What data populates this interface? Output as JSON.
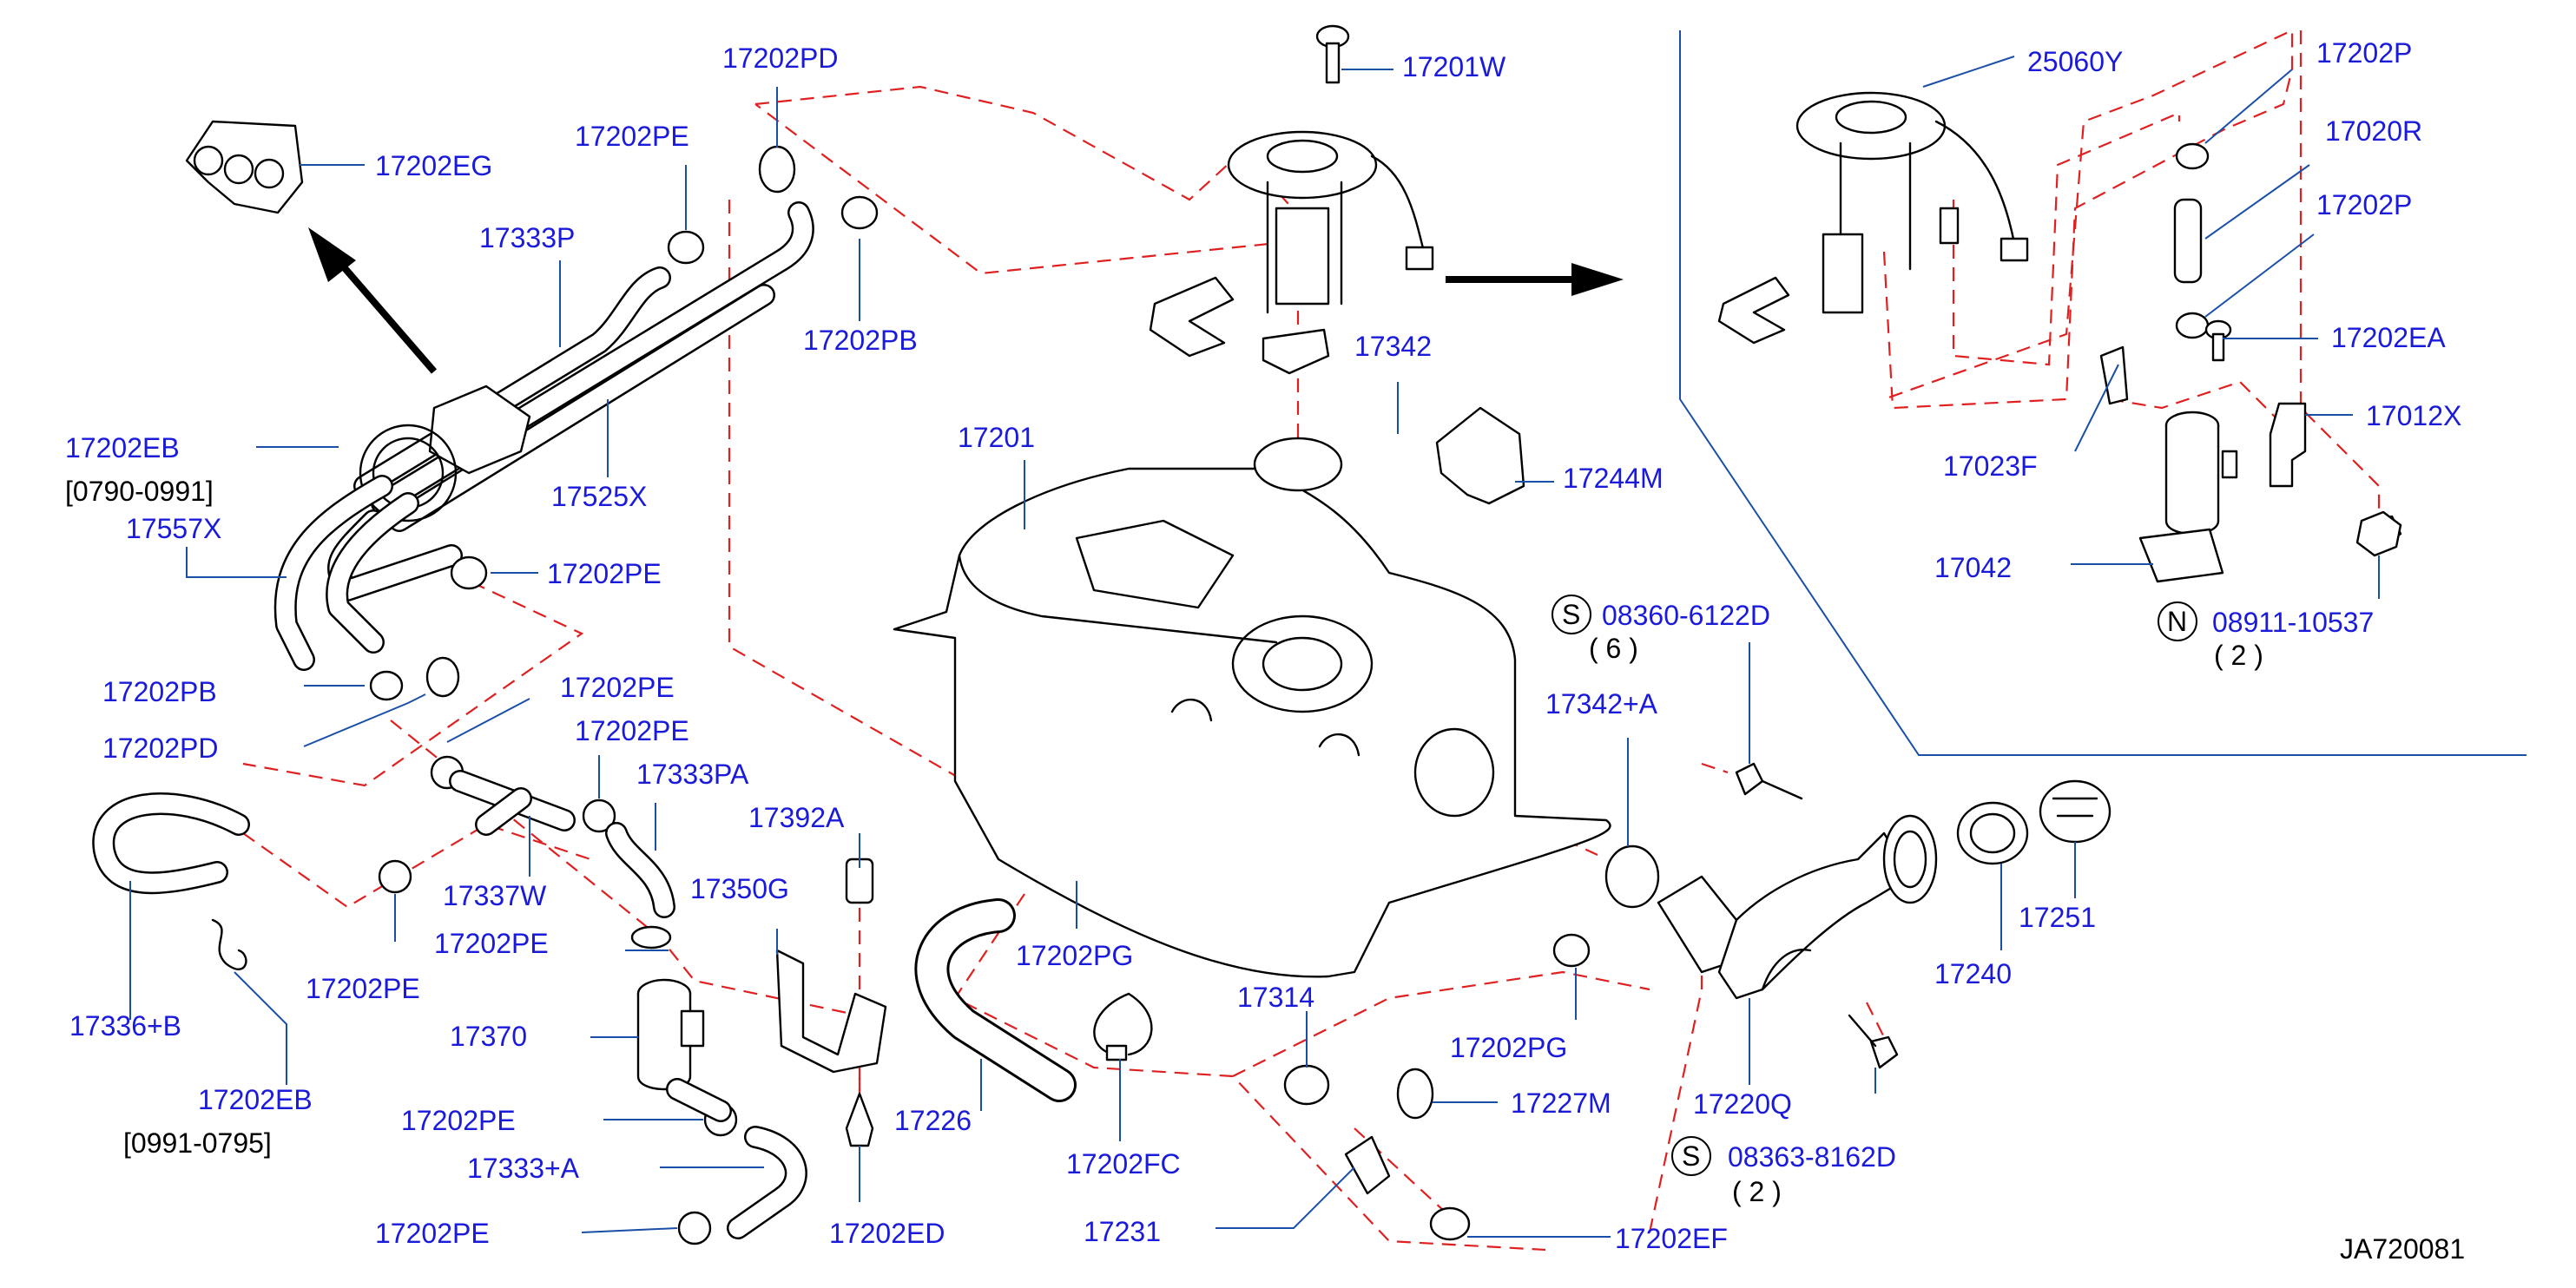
{
  "diagram_id": "JA720081",
  "labels": {
    "p17202EG": "17202EG",
    "p17202PD_top": "17202PD",
    "p17202PE_a": "17202PE",
    "p17333P": "17333P",
    "p17202PB_top": "17202PB",
    "p17201W": "17201W",
    "p17202EB_a": "17202EB",
    "p17202EB_a_range": "[0790-0991]",
    "p17525X": "17525X",
    "p17557X": "17557X",
    "p17202PE_b": "17202PE",
    "p17342": "17342",
    "p17201": "17201",
    "p17244M": "17244M",
    "p17202PB_left": "17202PB",
    "p17202PD_left": "17202PD",
    "p17202PE_c": "17202PE",
    "p17202PE_d": "17202PE",
    "p17333PA": "17333PA",
    "p17392A": "17392A",
    "p17337W": "17337W",
    "p17350G": "17350G",
    "p17202PE_e": "17202PE",
    "p17202PE_f": "17202PE",
    "p17336B": "17336+B",
    "p17370": "17370",
    "p17202EB_b": "17202EB",
    "p17202EB_b_range": "[0991-0795]",
    "p17202PE_g": "17202PE",
    "p17333A": "17333+A",
    "p17202PE_h": "17202PE",
    "p17202ED": "17202ED",
    "p17226": "17226",
    "p17202PG_a": "17202PG",
    "p17202FC": "17202FC",
    "p17314": "17314",
    "p17231": "17231",
    "p17227M": "17227M",
    "p17202EF": "17202EF",
    "p17202PG_b": "17202PG",
    "p17342A": "17342+A",
    "bolt_S1_symbol": "S",
    "p08360": "08360-6122D",
    "p08360_qty": "( 6 )",
    "p17240": "17240",
    "p17251": "17251",
    "p17220Q": "17220Q",
    "bolt_S2_symbol": "S",
    "p08363": "08363-8162D",
    "p08363_qty": "( 2 )",
    "p25060Y": "25060Y",
    "p17202P_a": "17202P",
    "p17020R": "17020R",
    "p17202P_b": "17202P",
    "p17202EA": "17202EA",
    "p17023F": "17023F",
    "p17012X": "17012X",
    "p17042": "17042",
    "nut_N_symbol": "N",
    "p08911": "08911-10537",
    "p08911_qty": "( 2 )"
  },
  "colors": {
    "label": "#1a1adb",
    "leader": "#1a4fa8",
    "dashed_path": "#e02020",
    "outline": "#000000"
  }
}
